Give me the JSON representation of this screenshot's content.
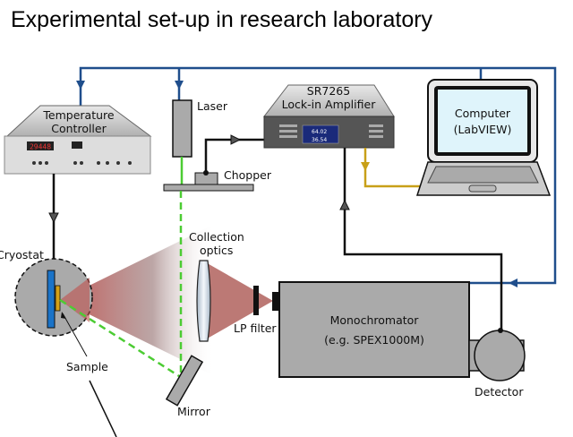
{
  "title": "Experimental set-up in research laboratory",
  "labels": {
    "temperature_controller": [
      "Temperature",
      "Controller"
    ],
    "laser": "Laser",
    "chopper": "Chopper",
    "lockin": [
      "SR7265",
      "Lock-in Amplifier"
    ],
    "lockin_display": {
      "r": "64.02",
      "theta": "36.54"
    },
    "tc_display": "29448",
    "computer": [
      "Computer",
      "(LabVIEW)"
    ],
    "cryostat": "Cryostat",
    "collection_optics": [
      "Collection",
      "optics"
    ],
    "lp_filter": "LP filter",
    "monochromator": [
      "Monochromator",
      "(e.g. SPEX1000M)"
    ],
    "sample": "Sample",
    "mirror": "Mirror",
    "detector": "Detector"
  },
  "colors": {
    "control_line": "#1f4e8c",
    "signal_line": "#111111",
    "data_line": "#c8a018",
    "laser_beam": "#4ccc33",
    "emission": "#c0504d"
  }
}
